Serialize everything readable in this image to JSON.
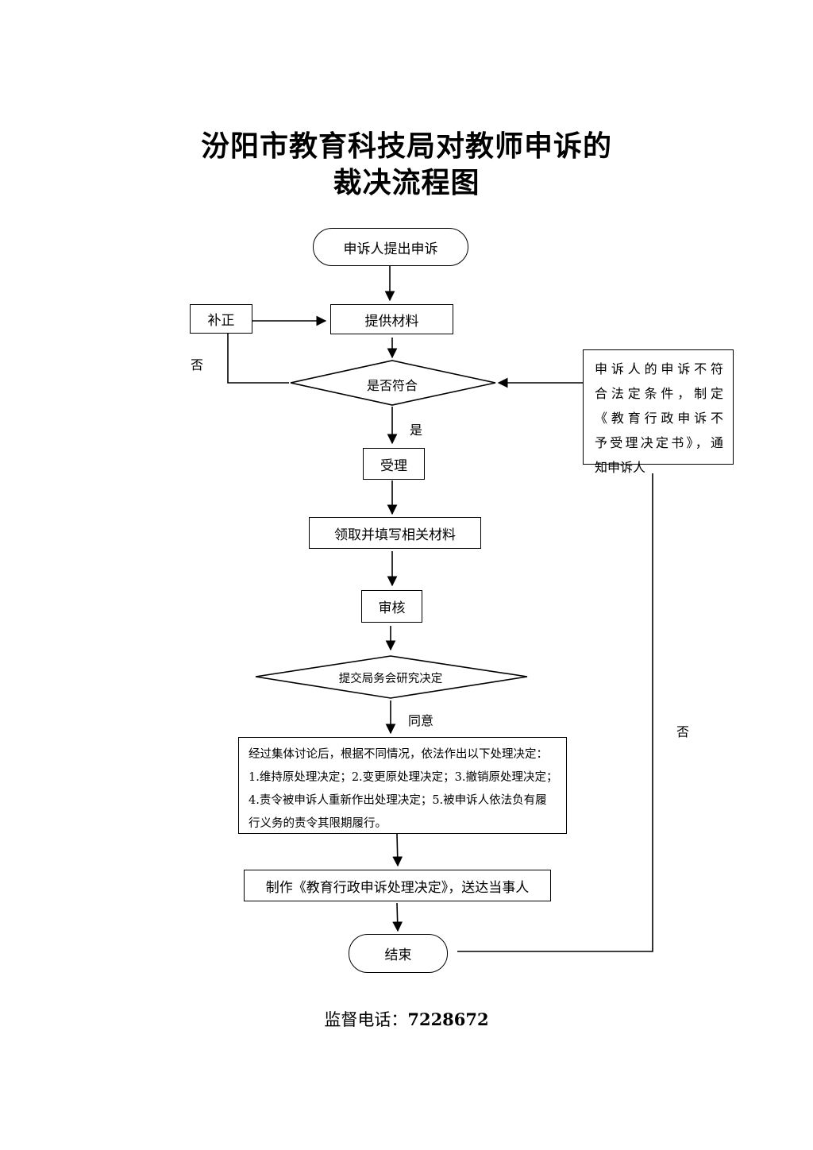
{
  "title": {
    "line1": "汾阳市教育科技局对教师申诉的",
    "line2": "裁决流程图"
  },
  "nodes": {
    "start": "申诉人提出申诉",
    "provide_materials": "提供材料",
    "correction": "补正",
    "check_compliance": "是否符合",
    "accept": "受理",
    "fill_materials": "领取并填写相关材料",
    "review": "审核",
    "submit_meeting": "提交局务会研究决定",
    "issue_decision": "制作《教育行政申诉处理决定》，送达当事人",
    "end": "结束"
  },
  "reject_note": {
    "lines": [
      "申诉人的申诉不符",
      "合法定条件，制定",
      "《教育行政申诉不",
      "予受理决定书》，通",
      "知申诉人"
    ]
  },
  "decision_text": {
    "lines": [
      "经过集体讨论后，根据不同情况，依法作出以下处理决定：",
      "1.维持原处理决定；2.变更原处理决定；3.撤销原处理决定；",
      "4.责令被申诉人重新作出处理决定；5.被申诉人依法负有履",
      "行义务的责令其限期履行。"
    ]
  },
  "edge_labels": {
    "no_left": "否",
    "yes": "是",
    "agree": "同意",
    "no_right": "否"
  },
  "footer": {
    "label": "监督电话：",
    "number": "7228672"
  }
}
